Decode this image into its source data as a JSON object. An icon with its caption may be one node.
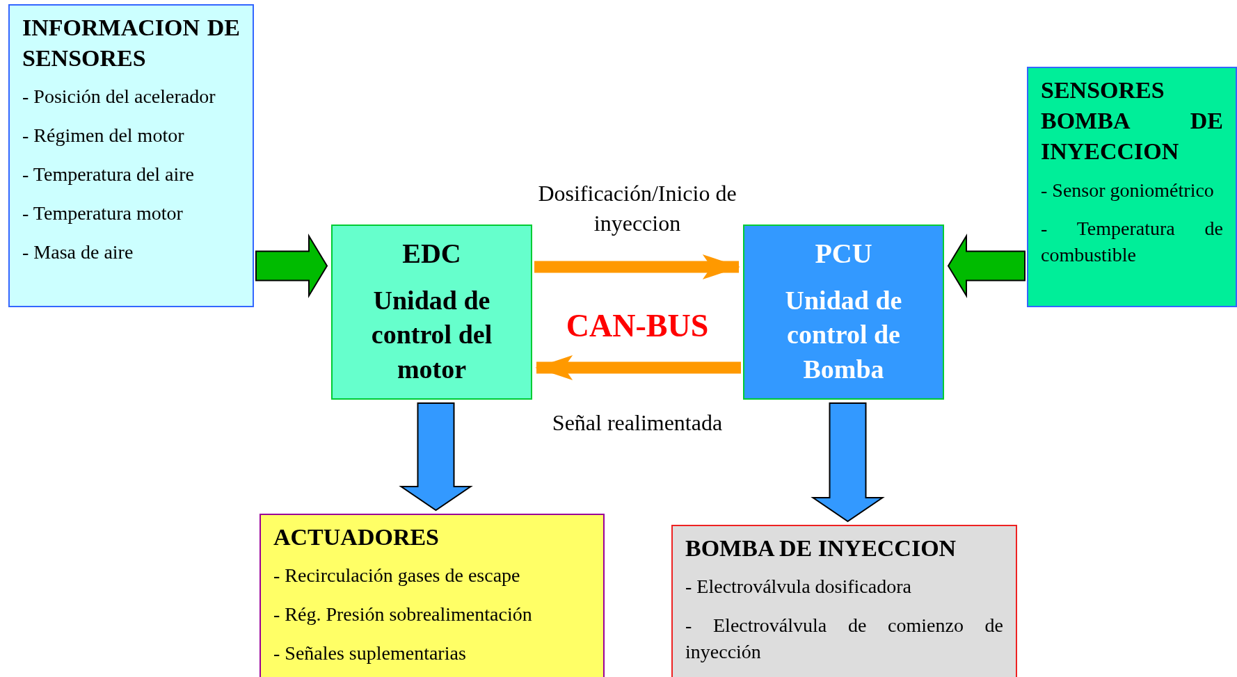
{
  "diagram": {
    "nodes": [
      {
        "text": [
          "INFORMACION DE SENSORES",
          "- Posición del acelerador",
          "- Régimen del motor",
          "- Temperatura del aire",
          "- Temperatura motor",
          "- Masa de aire"
        ]
      },
      {
        "text": [
          "EDC",
          "Unidad de control del motor"
        ]
      },
      {
        "text": [
          "PCU",
          "Unidad de control de Bomba"
        ]
      },
      {
        "text": [
          "SENSORES BOMBA DE INYECCION",
          "- Sensor goniométrico",
          "- Temperatura de combustible"
        ]
      },
      {
        "text": [
          "ACTUADORES",
          "- Recirculación gases de escape",
          "- Rég. Presión sobrealimentación",
          "- Señales suplementarias"
        ]
      },
      {
        "text": [
          "BOMBA DE INYECCION",
          "- Electroválvula dosificadora",
          "- Electroválvula de comienzo de inyección"
        ]
      }
    ],
    "edges": [
      {
        "from": 0,
        "to": 1,
        "arrow": "to",
        "color": "#00bb00"
      },
      {
        "from": 3,
        "to": 2,
        "arrow": "to",
        "color": "#00bb00"
      },
      {
        "from": 1,
        "to": 2,
        "arrow": "to",
        "label": "Dosificación/Inicio de inyeccion",
        "color": "#ff9900"
      },
      {
        "from": 2,
        "to": 1,
        "arrow": "to",
        "label": "Señal realimentada",
        "color": "#ff9900"
      },
      {
        "from": 1,
        "to": 4,
        "arrow": "to",
        "color": "#3399ff"
      },
      {
        "from": 2,
        "to": 5,
        "arrow": "to",
        "color": "#3399ff"
      }
    ],
    "labels": [
      "CAN-BUS"
    ]
  }
}
